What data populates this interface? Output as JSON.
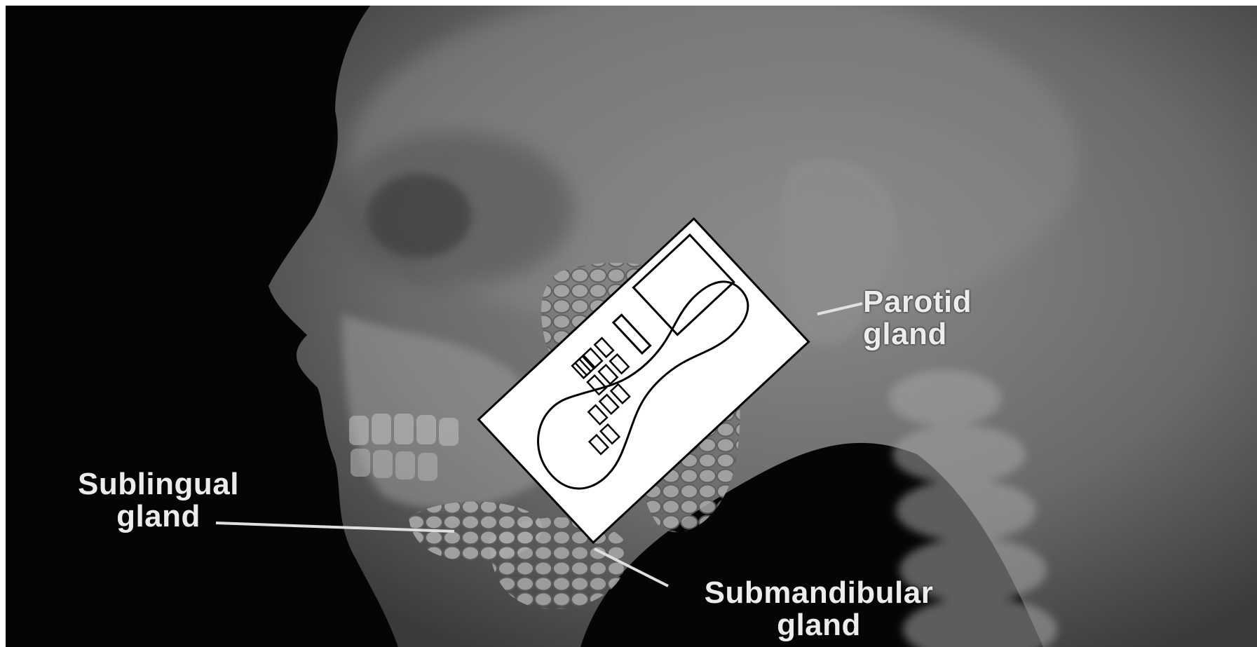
{
  "labels": {
    "parotid": "Parotid\ngland",
    "sublingual": "Sublingual\ngland",
    "submandibular": "Submandibular\ngland"
  },
  "colors": {
    "background": "#050505",
    "head": "#6f6f6f",
    "gland": "#9a9a9a",
    "label_text": "#ececec",
    "device_fill": "#ffffff",
    "device_stroke": "#000000"
  },
  "icons": {
    "device": "handheld-device-icon"
  }
}
